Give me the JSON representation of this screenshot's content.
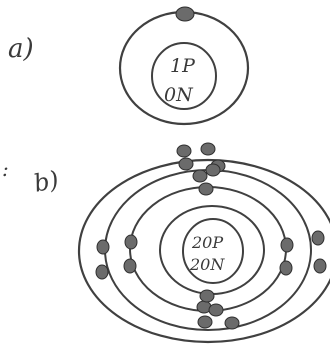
{
  "diagram": {
    "part_a": {
      "label": "a)",
      "nucleus_line1": "1P",
      "nucleus_line2": "0N"
    },
    "part_b": {
      "label": "b)",
      "nucleus_line1": "20P",
      "nucleus_line2": "20N"
    },
    "margin_mark": ":"
  },
  "colors": {
    "ink": "#404040",
    "electron_fill": "#6b6b6b"
  }
}
